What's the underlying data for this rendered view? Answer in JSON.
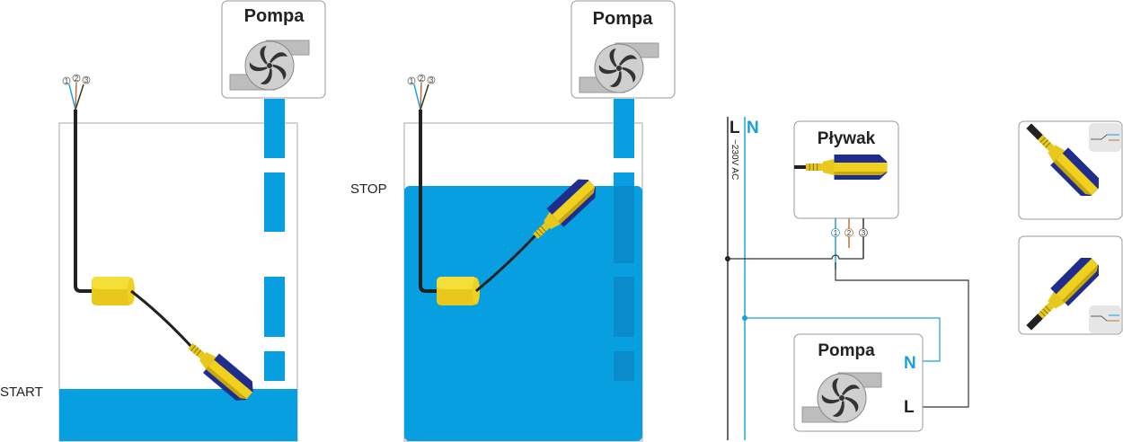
{
  "panel_start": {
    "pump_label": "Pompa",
    "level_label": "START",
    "wire_numbers": [
      "1",
      "2",
      "3"
    ]
  },
  "panel_stop": {
    "pump_label": "Pompa",
    "level_label": "STOP",
    "wire_numbers": [
      "1",
      "2",
      "3"
    ]
  },
  "wiring": {
    "line_L": "L",
    "line_N": "N",
    "voltage": "~230V AC",
    "float_label": "Pływak",
    "terminals": [
      "1",
      "2",
      "3"
    ],
    "pump_label": "Pompa",
    "pump_N": "N",
    "pump_L": "L"
  },
  "colors": {
    "water": "#079fe0",
    "water_dark": "#0a8fd4",
    "float_yellow": "#f0d21e",
    "float_blue": "#1f2d8c",
    "wire_blue": "#1aa0d8",
    "wire_brown": "#b5753a",
    "wire_black": "#333333",
    "box_border": "#999999"
  }
}
